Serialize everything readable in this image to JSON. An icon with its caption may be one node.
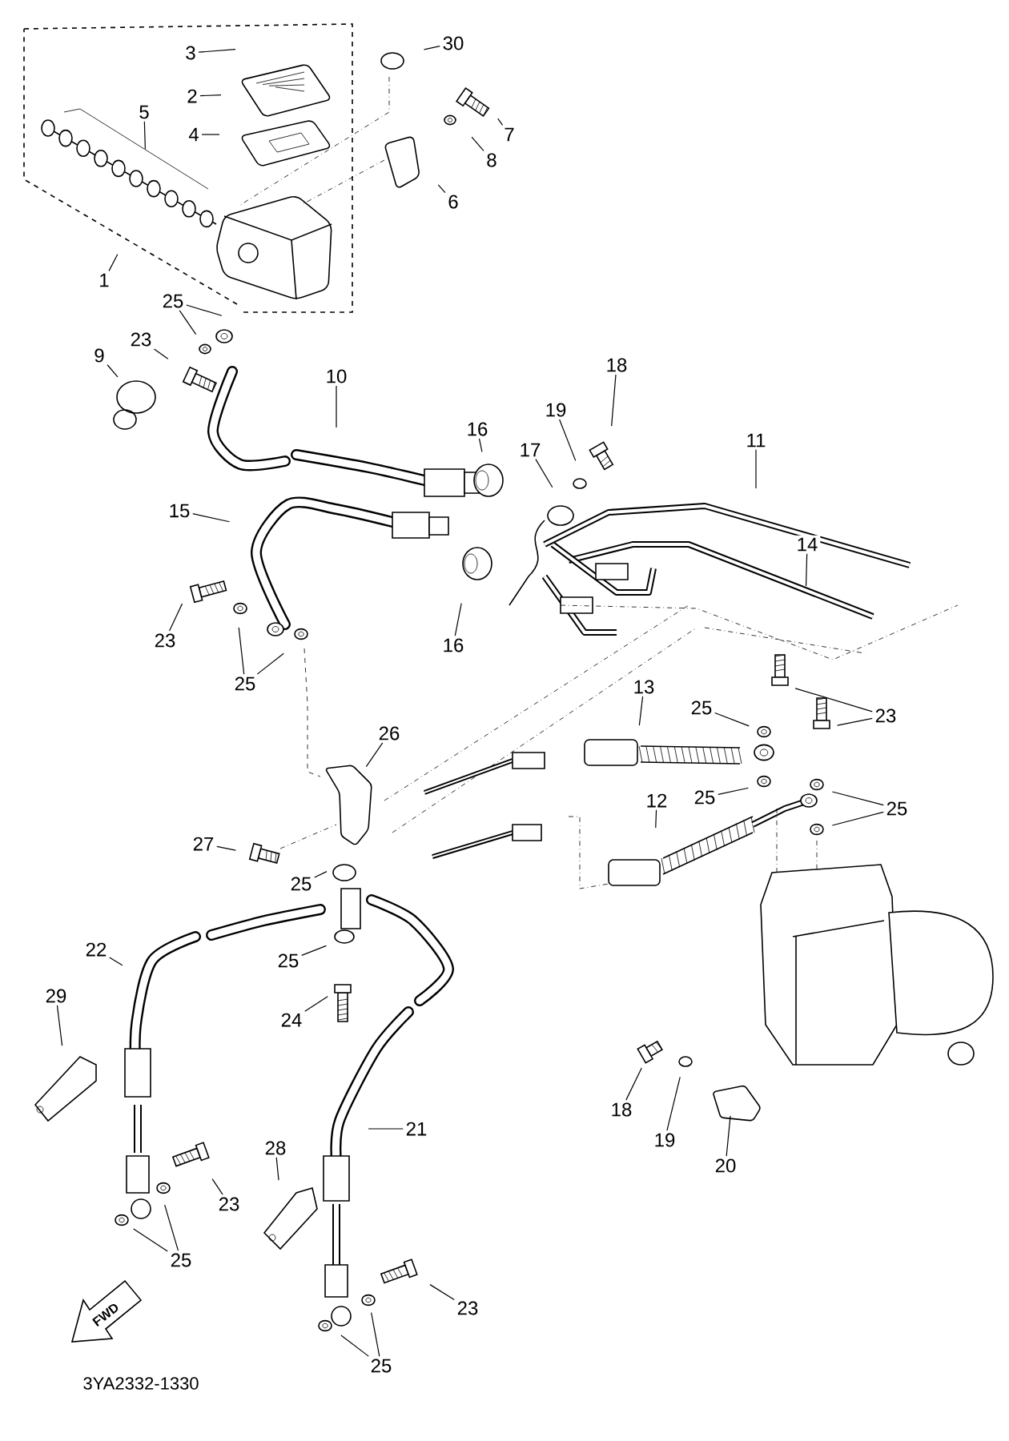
{
  "diagram": {
    "nodes": [
      {
        "text": [
          "3"
        ]
      },
      {
        "text": [
          "2"
        ]
      },
      {
        "text": [
          "4"
        ]
      },
      {
        "text": [
          "5"
        ]
      },
      {
        "text": [
          "30"
        ]
      },
      {
        "text": [
          "7"
        ]
      },
      {
        "text": [
          "8"
        ]
      },
      {
        "text": [
          "6"
        ]
      },
      {
        "text": [
          "1"
        ]
      },
      {
        "text": [
          "25"
        ]
      },
      {
        "text": [
          "23"
        ]
      },
      {
        "text": [
          "9"
        ]
      },
      {
        "text": [
          "18"
        ]
      },
      {
        "text": [
          "10"
        ]
      },
      {
        "text": [
          "19"
        ]
      },
      {
        "text": [
          "16"
        ]
      },
      {
        "text": [
          "11"
        ]
      },
      {
        "text": [
          "17"
        ]
      },
      {
        "text": [
          "15"
        ]
      },
      {
        "text": [
          "14"
        ]
      },
      {
        "text": [
          "23"
        ]
      },
      {
        "text": [
          "16"
        ]
      },
      {
        "text": [
          "25"
        ]
      },
      {
        "text": [
          "13"
        ]
      },
      {
        "text": [
          "25"
        ]
      },
      {
        "text": [
          "23"
        ]
      },
      {
        "text": [
          "26"
        ]
      },
      {
        "text": [
          "25"
        ]
      },
      {
        "text": [
          "12"
        ]
      },
      {
        "text": [
          "25"
        ]
      },
      {
        "text": [
          "27"
        ]
      },
      {
        "text": [
          "25"
        ]
      },
      {
        "text": [
          "22"
        ]
      },
      {
        "text": [
          "25"
        ]
      },
      {
        "text": [
          "29"
        ]
      },
      {
        "text": [
          "24"
        ]
      },
      {
        "text": [
          "18"
        ]
      },
      {
        "text": [
          "21"
        ]
      },
      {
        "text": [
          "19"
        ]
      },
      {
        "text": [
          "28"
        ]
      },
      {
        "text": [
          "20"
        ]
      },
      {
        "text": [
          "23"
        ]
      },
      {
        "text": [
          "25"
        ]
      },
      {
        "text": [
          "23"
        ]
      },
      {
        "text": [
          "25"
        ]
      }
    ],
    "edges": [
      {
        "from": 0,
        "to": null,
        "arrow": "none"
      },
      {
        "from": 1,
        "to": null,
        "arrow": "none"
      },
      {
        "from": 2,
        "to": null,
        "arrow": "none"
      },
      {
        "from": 3,
        "to": null,
        "arrow": "none"
      },
      {
        "from": 4,
        "to": null,
        "arrow": "none"
      },
      {
        "from": 5,
        "to": null,
        "arrow": "none"
      },
      {
        "from": 6,
        "to": null,
        "arrow": "none"
      },
      {
        "from": 7,
        "to": null,
        "arrow": "none"
      },
      {
        "from": 8,
        "to": null,
        "arrow": "none"
      },
      {
        "from": 9,
        "to": null,
        "arrow": "none"
      },
      {
        "from": 9,
        "to": null,
        "arrow": "none"
      },
      {
        "from": 10,
        "to": null,
        "arrow": "none"
      },
      {
        "from": 11,
        "to": null,
        "arrow": "none"
      },
      {
        "from": 12,
        "to": null,
        "arrow": "none"
      },
      {
        "from": 13,
        "to": null,
        "arrow": "none"
      },
      {
        "from": 14,
        "to": null,
        "arrow": "none"
      },
      {
        "from": 15,
        "to": null,
        "arrow": "none"
      },
      {
        "from": 16,
        "to": null,
        "arrow": "none"
      },
      {
        "from": 17,
        "to": null,
        "arrow": "none"
      },
      {
        "from": 18,
        "to": null,
        "arrow": "none"
      },
      {
        "from": 19,
        "to": null,
        "arrow": "none"
      },
      {
        "from": 20,
        "to": null,
        "arrow": "none"
      },
      {
        "from": 21,
        "to": null,
        "arrow": "none"
      },
      {
        "from": 22,
        "to": null,
        "arrow": "none"
      },
      {
        "from": 22,
        "to": null,
        "arrow": "none"
      },
      {
        "from": 23,
        "to": null,
        "arrow": "none"
      },
      {
        "from": 24,
        "to": null,
        "arrow": "none"
      },
      {
        "from": 25,
        "to": null,
        "arrow": "none"
      },
      {
        "from": 25,
        "to": null,
        "arrow": "none"
      },
      {
        "from": 26,
        "to": null,
        "arrow": "none"
      },
      {
        "from": 27,
        "to": null,
        "arrow": "none"
      },
      {
        "from": 28,
        "to": null,
        "arrow": "none"
      },
      {
        "from": 29,
        "to": null,
        "arrow": "none"
      },
      {
        "from": 29,
        "to": null,
        "arrow": "none"
      },
      {
        "from": 30,
        "to": null,
        "arrow": "none"
      },
      {
        "from": 31,
        "to": null,
        "arrow": "none"
      },
      {
        "from": 32,
        "to": null,
        "arrow": "none"
      },
      {
        "from": 33,
        "to": null,
        "arrow": "none"
      },
      {
        "from": 34,
        "to": null,
        "arrow": "none"
      },
      {
        "from": 35,
        "to": null,
        "arrow": "none"
      },
      {
        "from": 36,
        "to": null,
        "arrow": "none"
      },
      {
        "from": 37,
        "to": null,
        "arrow": "none"
      },
      {
        "from": 38,
        "to": null,
        "arrow": "none"
      },
      {
        "from": 39,
        "to": null,
        "arrow": "none"
      },
      {
        "from": 40,
        "to": null,
        "arrow": "none"
      },
      {
        "from": 41,
        "to": null,
        "arrow": "none"
      },
      {
        "from": 42,
        "to": null,
        "arrow": "none"
      },
      {
        "from": 42,
        "to": null,
        "arrow": "none"
      },
      {
        "from": 43,
        "to": null,
        "arrow": "none"
      },
      {
        "from": 44,
        "to": null,
        "arrow": "none"
      },
      {
        "from": 44,
        "to": null,
        "arrow": "none"
      }
    ],
    "labels": [
      "FWD",
      "3YA2332-1330"
    ]
  }
}
